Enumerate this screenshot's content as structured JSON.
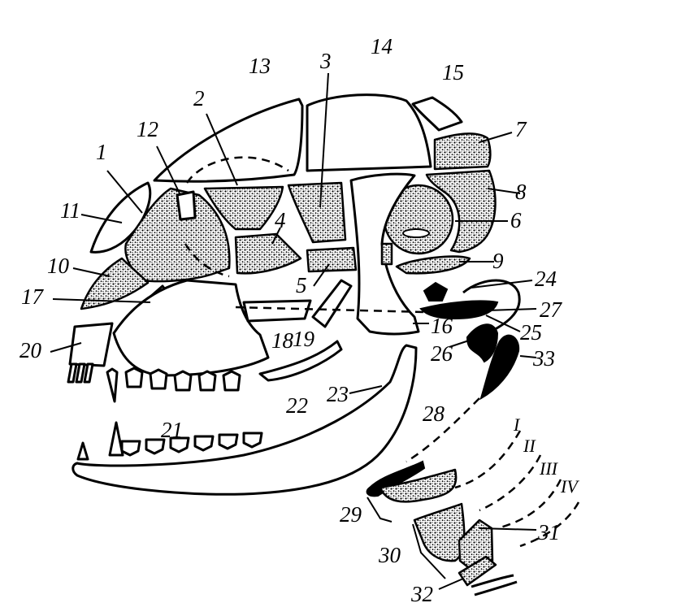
{
  "labels": {
    "n1": "1",
    "n2": "2",
    "n3": "3",
    "n4": "4",
    "n5": "5",
    "n6": "6",
    "n7": "7",
    "n8": "8",
    "n9": "9",
    "n10": "10",
    "n11": "11",
    "n12": "12",
    "n13": "13",
    "n14": "14",
    "n15": "15",
    "n16": "16",
    "n17": "17",
    "n18": "18",
    "n19": "19",
    "n20": "20",
    "n21": "21",
    "n22": "22",
    "n23": "23",
    "n24": "24",
    "n25": "25",
    "n26": "26",
    "n27": "27",
    "n28": "28",
    "n29": "29",
    "n30": "30",
    "n31": "31",
    "n32": "32",
    "n33": "33"
  },
  "arches": {
    "r1": "I",
    "r2": "II",
    "r3": "III",
    "r4": "IV"
  },
  "colors": {
    "ink": "#000000",
    "paper": "#ffffff",
    "stipple": "#8a8a8a"
  }
}
